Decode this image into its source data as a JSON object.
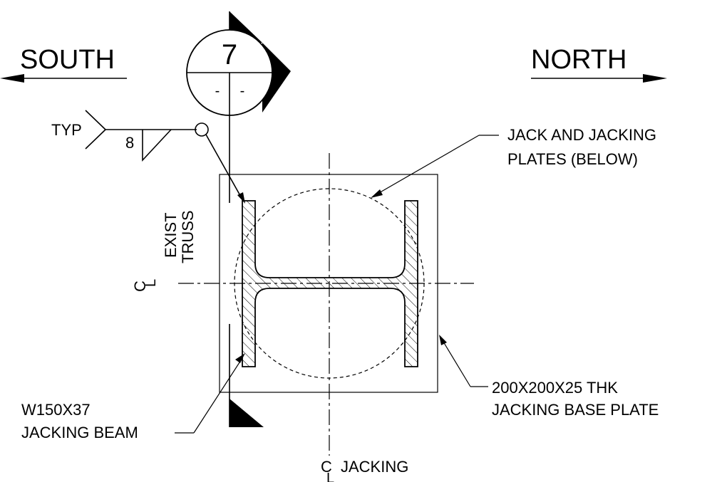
{
  "directions": {
    "left": "SOUTH",
    "right": "NORTH"
  },
  "section_marker": {
    "number": "7",
    "ref_left": "-",
    "ref_right": "-"
  },
  "weld_symbol": {
    "note": "TYP",
    "size": "8"
  },
  "labels": {
    "jack_plates_line1": "JACK AND JACKING",
    "jack_plates_line2": "PLATES (BELOW)",
    "truss_line1": "EXIST",
    "truss_line2": "TRUSS",
    "base_plate_line1": "200X200X25 THK",
    "base_plate_line2": "JACKING BASE PLATE",
    "beam_line1": "W150X37",
    "beam_line2": "JACKING BEAM",
    "jacking_cl": "JACKING",
    "cl_symbol": "C",
    "cl_sub": "L"
  }
}
